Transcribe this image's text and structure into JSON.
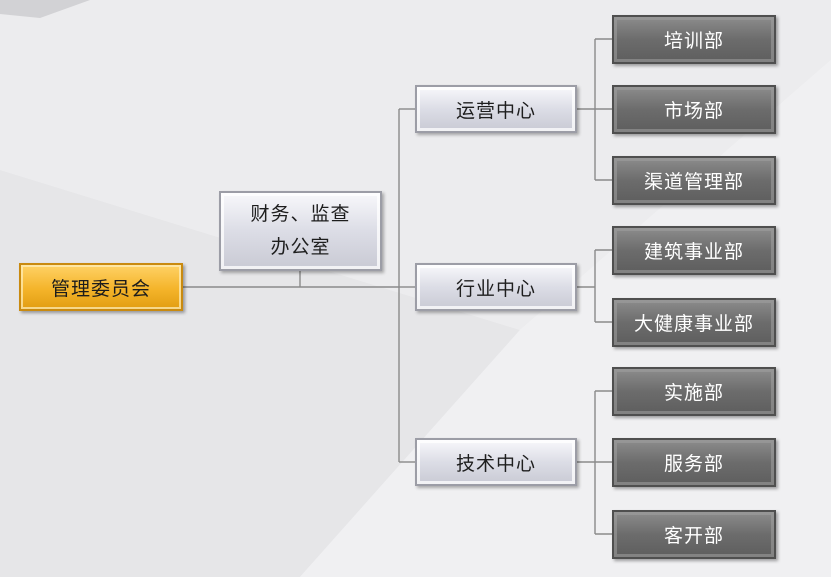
{
  "org_chart": {
    "root": {
      "label": "管理委员会"
    },
    "staff": {
      "line1": "财务、监查",
      "line2": "办公室"
    },
    "centers": [
      {
        "label": "运营中心",
        "departments": [
          "培训部",
          "市场部",
          "渠道管理部"
        ]
      },
      {
        "label": "行业中心",
        "departments": [
          "建筑事业部",
          "大健康事业部"
        ]
      },
      {
        "label": "技术中心",
        "departments": [
          "实施部",
          "服务部",
          "客开部"
        ]
      }
    ]
  },
  "colors": {
    "root_fill": "#f4b42a",
    "center_fill": "#dcdde6",
    "department_fill": "#6c6c6c",
    "connector": "#8a8a8a"
  }
}
